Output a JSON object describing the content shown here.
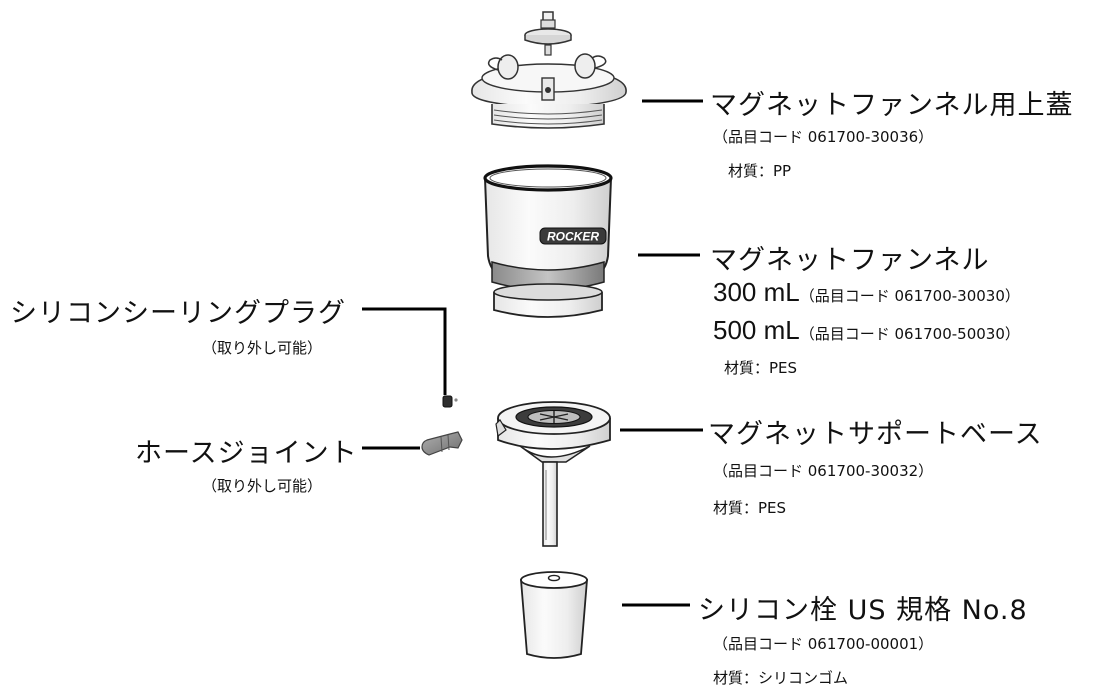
{
  "parts": {
    "lid": {
      "name": "マグネットファンネル用上蓋",
      "code": "（品目コード 061700-30036）",
      "material": "材質：PP"
    },
    "funnel": {
      "name": "マグネットファンネル",
      "brand": "ROCKER",
      "size300_vol": "300 mL",
      "size300_code": "（品目コード 061700-30030）",
      "size500_vol": "500 mL",
      "size500_code": "（品目コード 061700-50030）",
      "material": "材質：PES"
    },
    "base": {
      "name": "マグネットサポートベース",
      "code": "（品目コード 061700-30032）",
      "material": "材質：PES"
    },
    "stopper": {
      "name": "シリコン栓 US 規格 No.8",
      "code": "（品目コード 061700-00001）",
      "material": "材質：シリコンゴム"
    },
    "plug": {
      "name": "シリコンシーリングプラグ",
      "note": "（取り外し可能）"
    },
    "joint": {
      "name": "ホースジョイント",
      "note": "（取り外し可能）"
    }
  }
}
